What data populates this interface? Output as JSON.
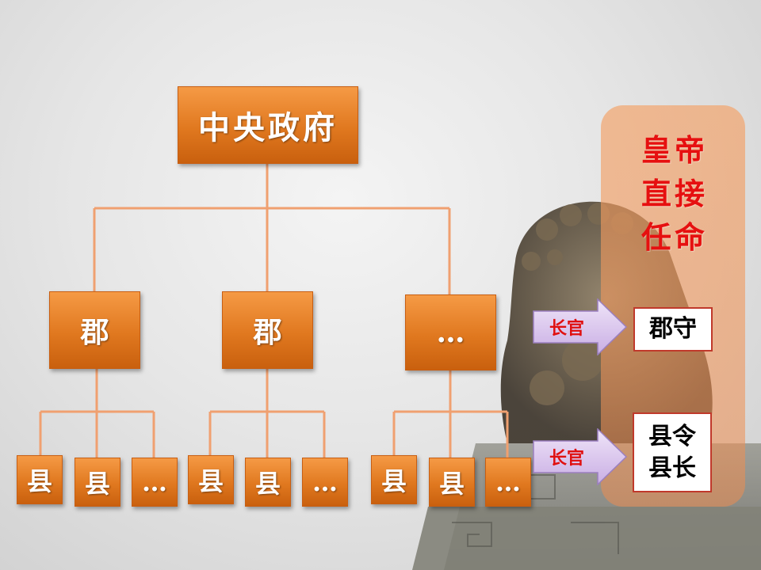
{
  "diagram": {
    "root": {
      "label": "中央政府"
    },
    "jun_nodes": [
      {
        "label": "郡"
      },
      {
        "label": "郡"
      },
      {
        "label": "…"
      }
    ],
    "xian_nodes": [
      {
        "label": "县"
      },
      {
        "label": "县"
      },
      {
        "label": "…"
      },
      {
        "label": "县"
      },
      {
        "label": "县"
      },
      {
        "label": "…"
      },
      {
        "label": "县"
      },
      {
        "label": "县"
      },
      {
        "label": "…"
      }
    ]
  },
  "side_panel": {
    "heading_lines": [
      "皇帝",
      "直接",
      "任命"
    ],
    "rows": [
      {
        "arrow_label": "长官",
        "official_lines": [
          "郡守"
        ]
      },
      {
        "arrow_label": "长官",
        "official_lines": [
          "县令",
          "县长"
        ]
      }
    ]
  },
  "colors": {
    "node_fill": "#e0781f",
    "connector": "#f0a070",
    "heading_text": "#e61010",
    "arrow_fill": "#d8c0ee",
    "official_border": "#c0392b"
  }
}
